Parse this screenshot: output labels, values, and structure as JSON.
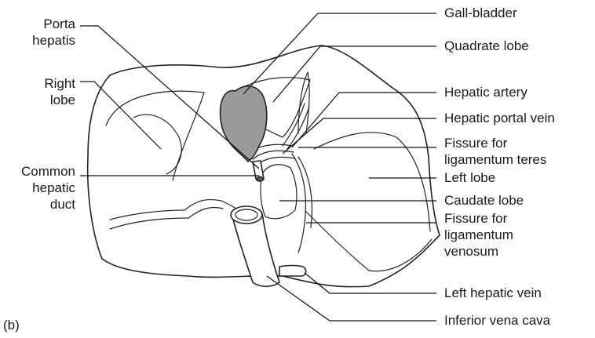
{
  "labels": {
    "porta_hepatis": "Porta\nhepatis",
    "right_lobe": "Right\nlobe",
    "common_hepatic_duct": "Common\nhepatic\nduct",
    "gall_bladder": "Gall-bladder",
    "quadrate_lobe": "Quadrate lobe",
    "hepatic_artery": "Hepatic artery",
    "hepatic_portal_vein": "Hepatic portal vein",
    "fissure_lig_teres": "Fissure for\nligamentum teres",
    "left_lobe": "Left lobe",
    "caudate_lobe": "Caudate lobe",
    "fissure_lig_venosum": "Fissure for\nligamentum\nvenosum",
    "left_hepatic_vein": "Left hepatic vein",
    "inferior_vena_cava": "Inferior vena cava",
    "panel": "(b)"
  },
  "colors": {
    "gall_bladder_fill": "#9a9a9a",
    "outline": "#222222",
    "background": "#ffffff"
  }
}
